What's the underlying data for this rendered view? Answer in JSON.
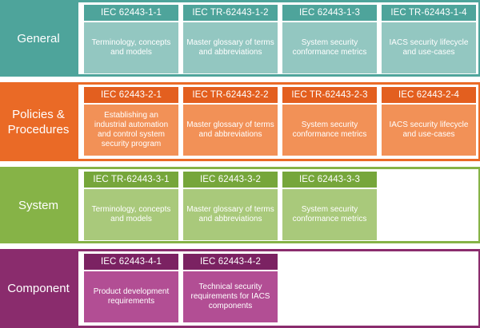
{
  "bands": [
    {
      "label": "General",
      "cards": [
        {
          "id": "IEC 62443-1-1",
          "desc": "Terminology, concepts and models"
        },
        {
          "id": "IEC TR-62443-1-2",
          "desc": "Master glossary of terms and abbreviations"
        },
        {
          "id": "IEC 62443-1-3",
          "desc": "System security conformance metrics"
        },
        {
          "id": "IEC TR-62443-1-4",
          "desc": "IACS security lifecycle and use-cases"
        }
      ]
    },
    {
      "label": "Policies & Procedures",
      "cards": [
        {
          "id": "IEC 62443-2-1",
          "desc": "Establishing an industrial automation and control system security program"
        },
        {
          "id": "IEC TR-62443-2-2",
          "desc": "Master glossary of terms and abbreviations"
        },
        {
          "id": "IEC TR-62443-2-3",
          "desc": "System security conformance metrics"
        },
        {
          "id": "IEC 62443-2-4",
          "desc": "IACS security lifecycle and use-cases"
        }
      ]
    },
    {
      "label": "System",
      "cards": [
        {
          "id": "IEC TR-62443-3-1",
          "desc": "Terminology, concepts and models"
        },
        {
          "id": "IEC 62443-3-2",
          "desc": "Master glossary of terms and abbreviations"
        },
        {
          "id": "IEC 62443-3-3",
          "desc": "System security conformance metrics"
        }
      ]
    },
    {
      "label": "Component",
      "cards": [
        {
          "id": "IEC 62443-4-1",
          "desc": "Product development requirements"
        },
        {
          "id": "IEC 62443-4-2",
          "desc": "Technical security requirements for IACS components"
        }
      ]
    }
  ],
  "colors": {
    "general": "#4ea49b",
    "policies": "#ea6a26",
    "system": "#86b347",
    "component": "#8a2c6d"
  }
}
